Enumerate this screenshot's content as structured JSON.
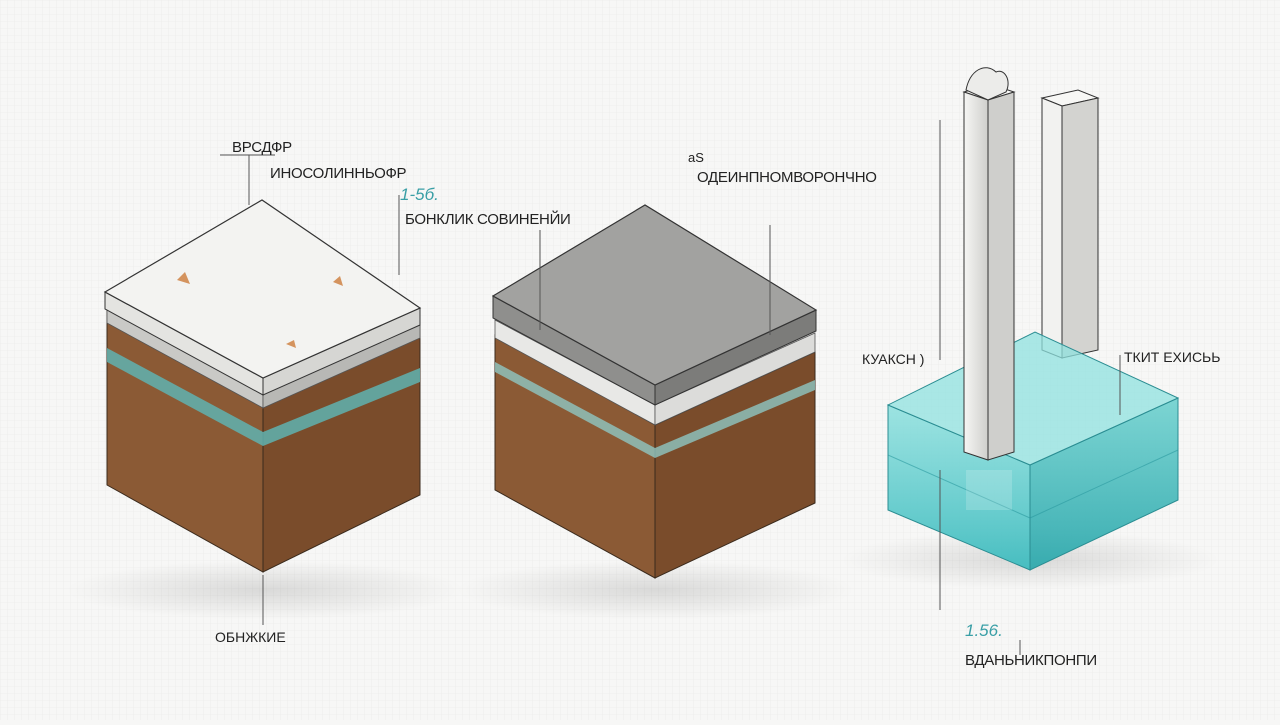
{
  "labels": {
    "block1_top": "ВРСДФР",
    "block1_second": "ИНОСОЛИННЬОФР",
    "block1_value": "1-5б.",
    "block1_third": "БОНКЛИК СОВИНЕНЙИ",
    "block1_bottom": "ОБНЖКИЕ",
    "block2_top": "ОДЕИНПНОМВОРОНЧНО",
    "block2_mark": "aS",
    "block3_left": "КУАКСН )",
    "block3_right": "ТКИТ ЕХИСЬЬ",
    "block3_value": "1.56.",
    "block3_bottom": "ВДАНЬНИКПОНПИ"
  },
  "colors": {
    "light_slab": "#f3f3f1",
    "grey_slab": "#9a9a98",
    "soil": "#8b5a35",
    "soil_dark": "#6e4526",
    "teal_band": "#5fb3b0",
    "water": "#5fd0d0",
    "pillar": "#ececea"
  }
}
